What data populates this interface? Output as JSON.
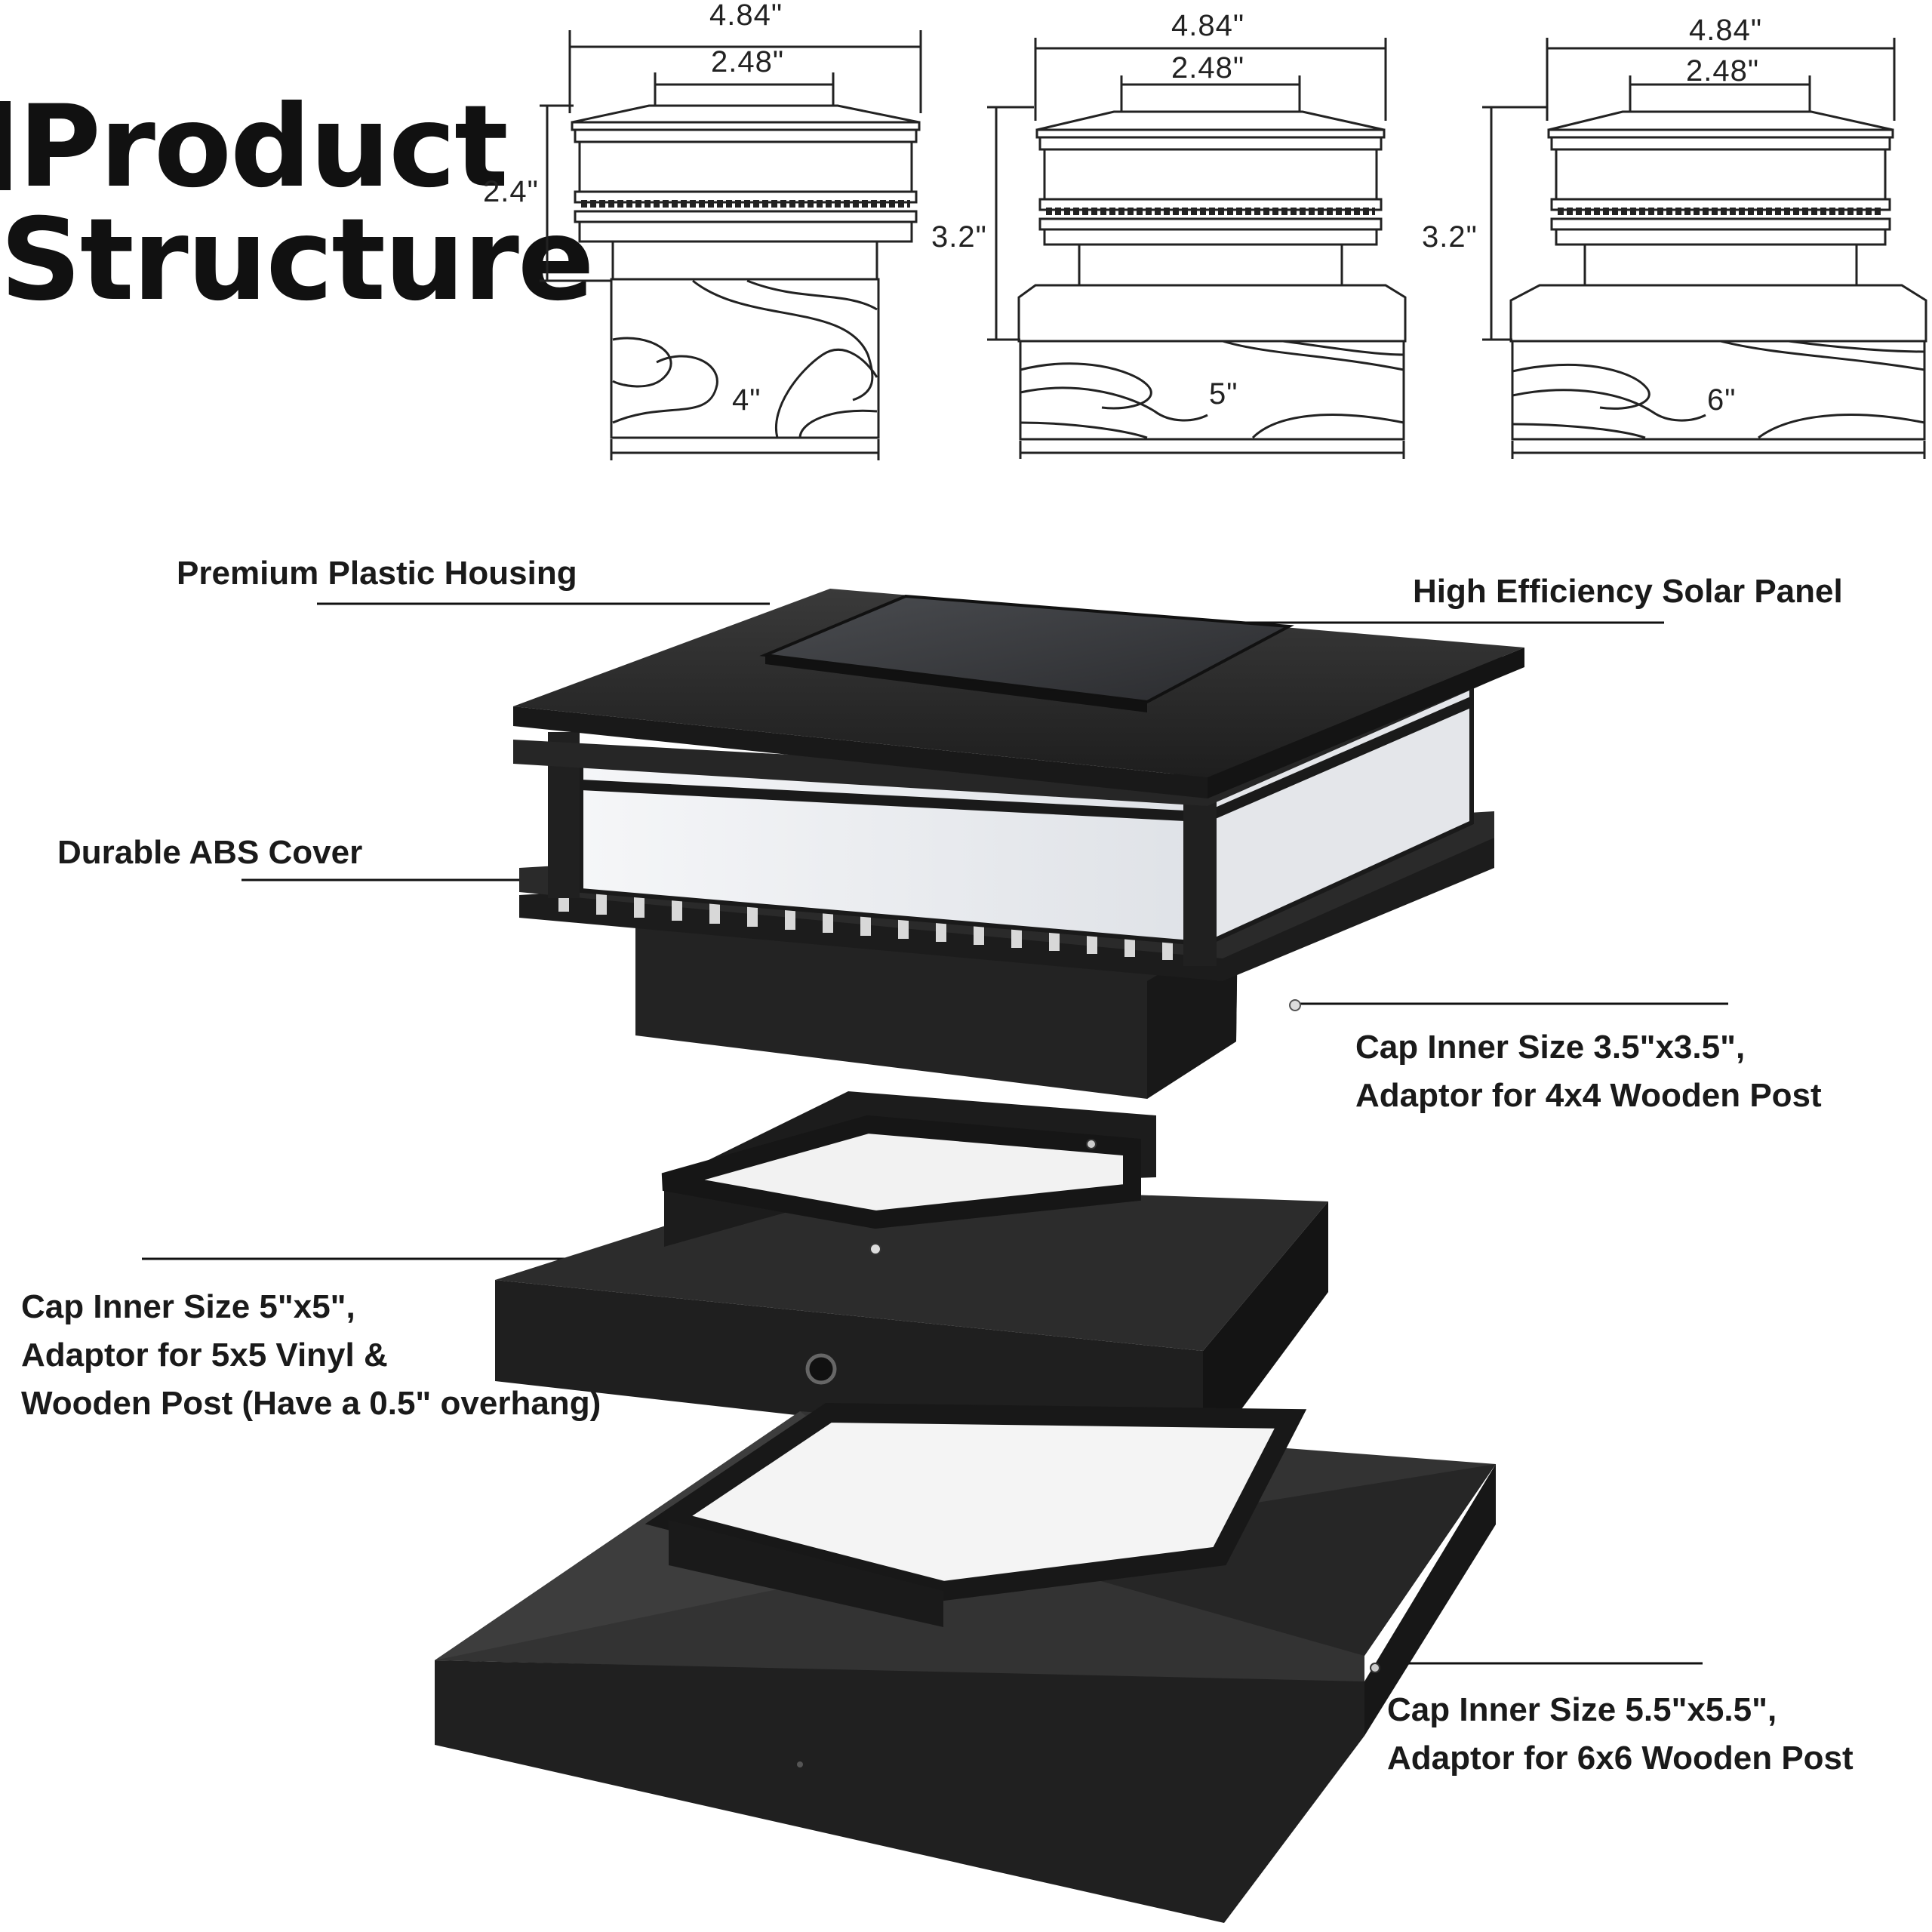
{
  "title": {
    "line1": "Product",
    "line2": "Structure"
  },
  "diagrams": [
    {
      "top_width": "4.84\"",
      "inner_width": "2.48\"",
      "height": "2.4\"",
      "post_size": "4\""
    },
    {
      "top_width": "4.84\"",
      "inner_width": "2.48\"",
      "height": "3.2\"",
      "post_size": "5\""
    },
    {
      "top_width": "4.84\"",
      "inner_width": "2.48\"",
      "height": "3.2\"",
      "post_size": "6\""
    }
  ],
  "callouts": {
    "housing": "Premium Plastic Housing",
    "solar_panel": "High Efficiency Solar Panel",
    "abs_cover": "Durable ABS Cover",
    "cap_4x4": [
      "Cap Inner Size 3.5\"x3.5\",",
      "Adaptor for 4x4 Wooden Post"
    ],
    "cap_5x5": [
      "Cap Inner Size 5\"x5\",",
      "Adaptor for 5x5 Vinyl &",
      "Wooden Post (Have a 0.5\" overhang)"
    ],
    "cap_6x6": [
      "Cap Inner Size 5.5\"x5.5\",",
      "Adaptor for 6x6 Wooden Post"
    ]
  },
  "colors": {
    "product": "#2b2b2b",
    "product_dark": "#151515",
    "diffuser": "#eef0f3",
    "line": "#111111"
  }
}
